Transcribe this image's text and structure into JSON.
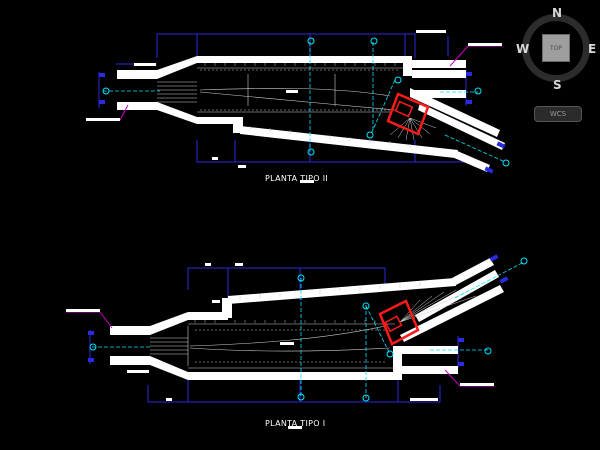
{
  "drawings": {
    "top": {
      "title": "PLANTA  TIPO II"
    },
    "bottom": {
      "title": "PLANTA  TIPO I"
    }
  },
  "viewcube": {
    "north": "N",
    "south": "S",
    "east": "E",
    "west": "W",
    "face": "TOP"
  },
  "wcs_menu": {
    "label": "WCS"
  },
  "colors": {
    "background": "#000000",
    "walls": "#ffffff",
    "dimensions": "#2222dd",
    "axes": "#00e5ff",
    "highlight": "#ff1a1a",
    "leaders": "#cc00cc",
    "viewcube": "#9e9e9e"
  },
  "icons": [
    "compass-ring",
    "viewcube-top-face",
    "axis-marker"
  ]
}
